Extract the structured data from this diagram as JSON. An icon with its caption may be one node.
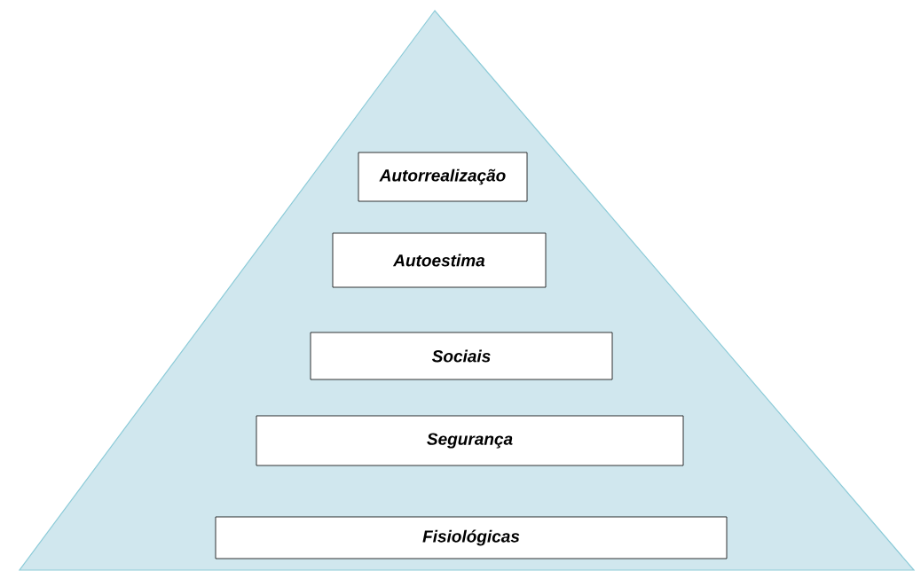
{
  "diagram": {
    "nodes": [
      {
        "text": [],
        "shape": "triangle"
      },
      {
        "text": [
          "Autorrealização"
        ],
        "in": 0
      },
      {
        "text": [
          "Autoestima"
        ],
        "in": 0
      },
      {
        "text": [
          "Sociais"
        ],
        "in": 0
      },
      {
        "text": [
          "Segurança"
        ],
        "in": 0
      },
      {
        "text": [
          "Fisiológicas"
        ],
        "in": 0
      }
    ]
  }
}
